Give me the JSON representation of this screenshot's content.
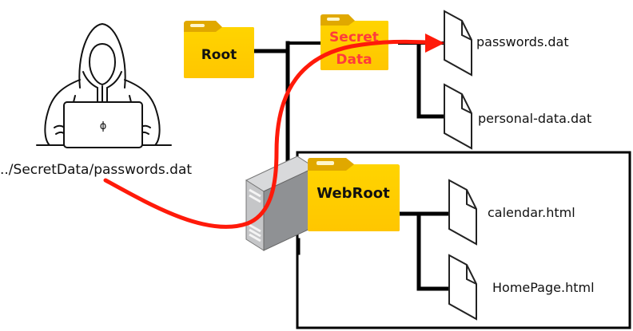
{
  "title": "Path traversal attack diagram",
  "colors": {
    "folder_body": "#ffcf00",
    "folder_tab": "#e0a800",
    "folder_bottom": "#ffc400",
    "attack_path": "#ff1a0a",
    "secret_label": "#ff3b3b",
    "line": "#000000",
    "server_light": "#c8c9cb",
    "server_dark": "#8e9093"
  },
  "attacker": {
    "icon": "hooded-hacker-with-laptop",
    "request_text": "../SecretData/passwords.dat"
  },
  "server": {
    "icon": "server-tower"
  },
  "folders": {
    "root": {
      "label": "Root"
    },
    "secret": {
      "label_line1": "Secret",
      "label_line2": "Data"
    },
    "webroot": {
      "label": "WebRoot"
    }
  },
  "files": {
    "passwords": {
      "name": "passwords.dat"
    },
    "personal": {
      "name": "personal-data.dat"
    },
    "calendar": {
      "name": "calendar.html"
    },
    "homepage": {
      "name": "HomePage.html"
    }
  },
  "attack_arrow": {
    "from": "../SecretData/passwords.dat",
    "to": "passwords.dat"
  }
}
